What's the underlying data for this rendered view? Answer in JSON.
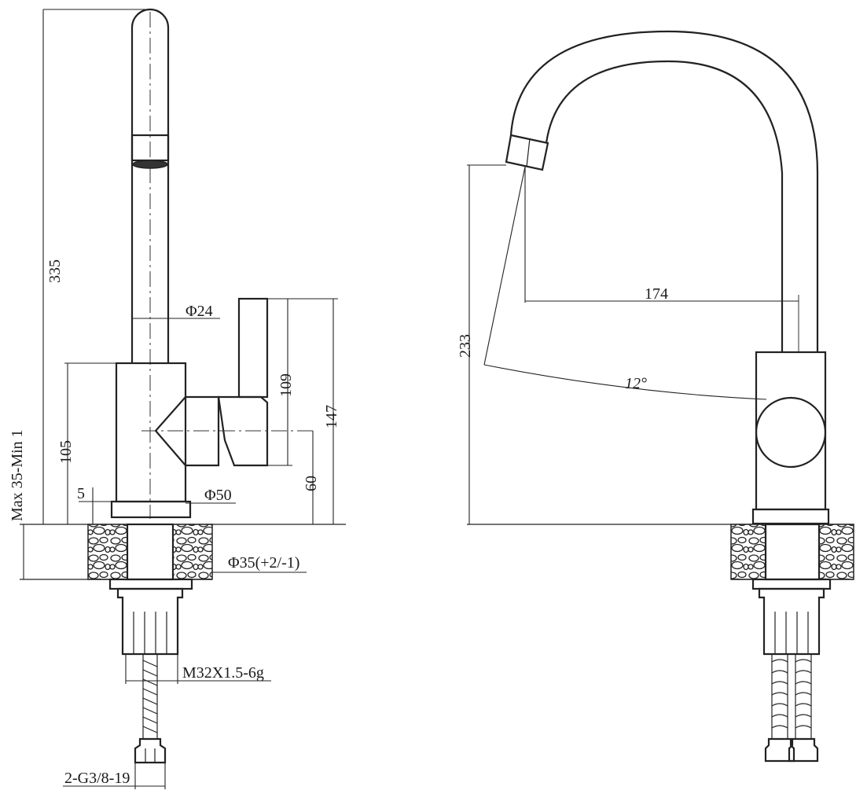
{
  "labels": {
    "height_335": "335",
    "dia_24": "Φ24",
    "dim_109": "109",
    "dim_147": "147",
    "dim_105": "105",
    "dim_5": "5",
    "dia_50": "Φ50",
    "dim_60": "60",
    "deck": "Max 35-Min 1",
    "dia_35": "Φ35(+2/-1)",
    "thread_m32": "M32X1.5-6g",
    "thread_g38": "2-G3/8-19",
    "dim_174": "174",
    "dim_233": "233",
    "angle_12": "12°"
  }
}
